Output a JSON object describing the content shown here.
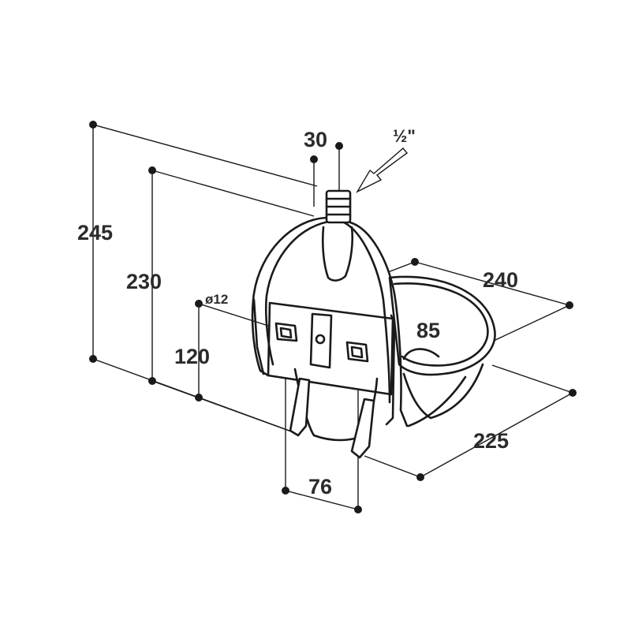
{
  "dimensions": {
    "overall_height": "245",
    "body_height": "230",
    "fitting_width": "30",
    "thread_size": "½\"",
    "bowl_length": "240",
    "bowl_depth": "85",
    "bolt_hole_diameter": "ø12",
    "bolt_height": "120",
    "bolt_spacing": "76",
    "bowl_width": "225"
  },
  "colors": {
    "line": "#1a1a1a",
    "text": "#2b2b2b",
    "background": "#ffffff"
  }
}
